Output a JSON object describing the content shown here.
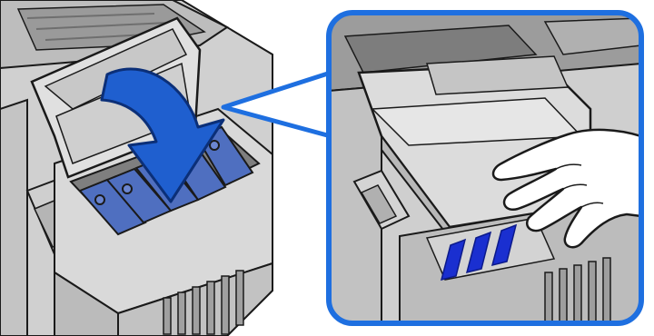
{
  "illustration": {
    "left_panel": {
      "subject": "printer-ink-tank-unit",
      "action_arrow": "close-lid-arrow",
      "ink_valves": 5
    },
    "right_panel": {
      "subject": "ink-tank-cover-closeup",
      "hand": "hand-pressing-cover",
      "ink_windows": 3
    },
    "colors": {
      "outline": "#1a1a1a",
      "printer_body": "#d3d3d3",
      "printer_shadow": "#a8a8a8",
      "ink_blue": "#4f6fc0",
      "arrow_blue": "#1f5fcf",
      "callout_border": "#1e6fe0",
      "window_blue": "#1a2fd0"
    }
  }
}
